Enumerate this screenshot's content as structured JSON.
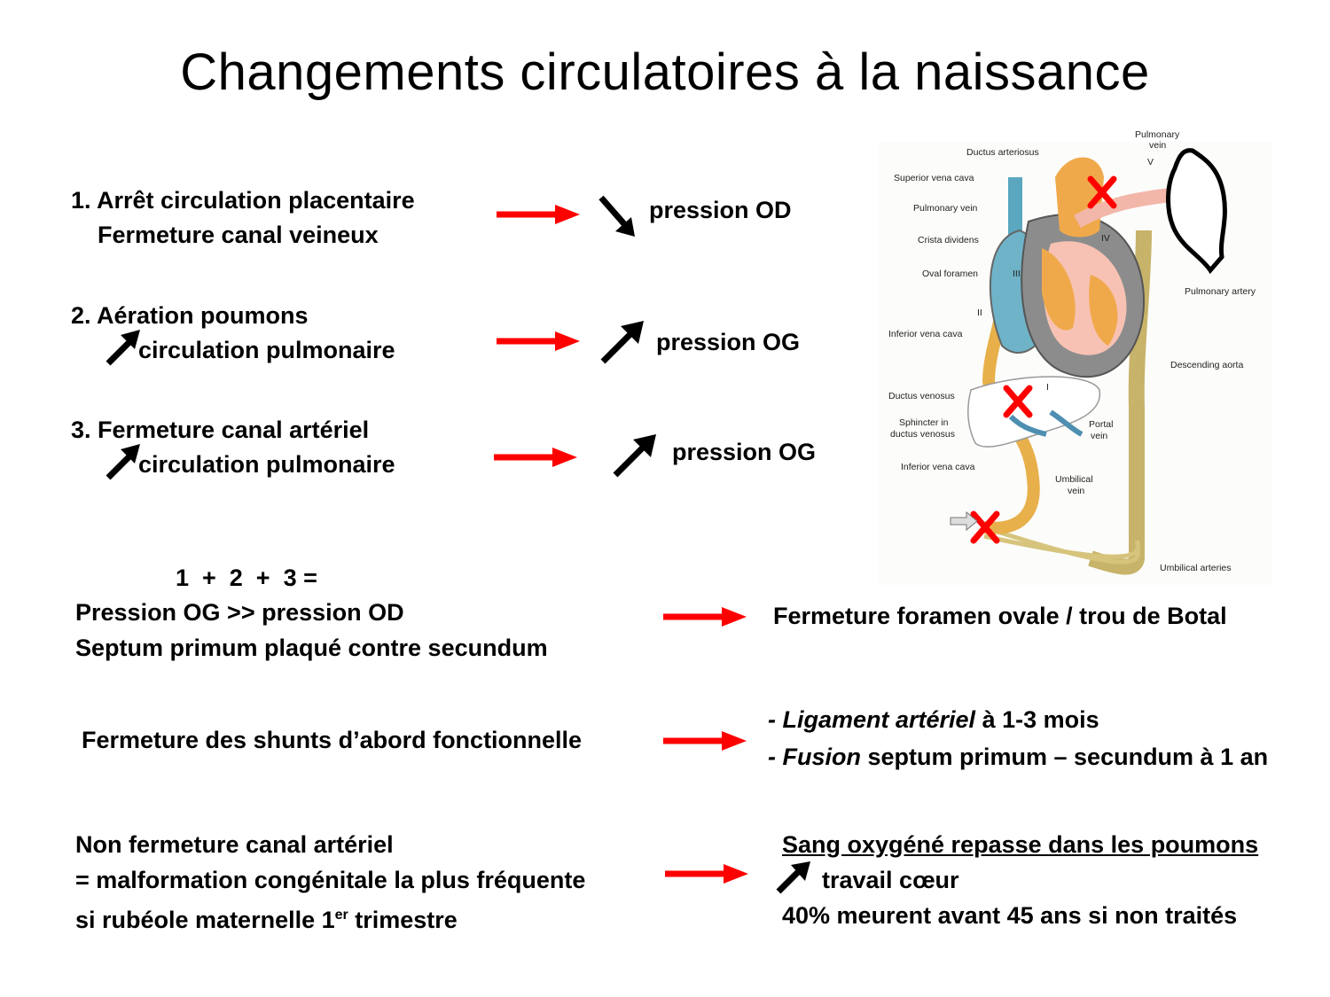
{
  "title": "Changements circulatoires à la naissance",
  "items": [
    {
      "line1": "1. Arrêt circulation placentaire",
      "line2": "Fermeture canal veineux",
      "result": "pression OD"
    },
    {
      "line1": "2. Aération poumons",
      "line2": "circulation pulmonaire",
      "result": "pression OG"
    },
    {
      "line1": "3. Fermeture canal artériel",
      "line2": "circulation pulmonaire",
      "result": "pression OG"
    }
  ],
  "summary": {
    "sum": "1  +  2  +  3 =",
    "line1": "Pression OG >> pression OD",
    "line2": "Septum primum plaqué contre secundum",
    "result": "Fermeture foramen ovale / trou de Botal"
  },
  "shunts": {
    "text": "Fermeture des shunts d’abord fonctionnelle",
    "r1_italic": "- Ligament artériel",
    "r1_rest": " à 1-3 mois",
    "r2_italic": "- Fusion",
    "r2_rest": " septum primum – secundum à 1 an"
  },
  "nonclosure": {
    "line1": "Non fermeture canal artériel",
    "line2": "= malformation congénitale la plus fréquente",
    "line3_a": "si rubéole maternelle 1",
    "line3_sup": "er",
    "line3_b": " trimestre",
    "r1": "Sang oxygéné repasse dans les poumons",
    "r2": "travail cœur",
    "r3": "40% meurent avant 45 ans si non traités"
  },
  "diagram_labels": {
    "pulmonary_vein_top": "Pulmonary",
    "pulmonary_vein_top2": "vein",
    "ductus_arteriosus": "Ductus arteriosus",
    "v": "V",
    "superior_vena_cava": "Superior vena cava",
    "pulmonary_vein": "Pulmonary vein",
    "crista_dividens": "Crista dividens",
    "oval_foramen": "Oval foramen",
    "pulmonary_artery": "Pulmonary artery",
    "ii": "II",
    "iii": "III",
    "iv": "IV",
    "i": "I",
    "inferior_vena_cava": "Inferior vena cava",
    "descending_aorta": "Descending aorta",
    "ductus_venosus": "Ductus venosus",
    "sphincter1": "Sphincter in",
    "sphincter2": "ductus venosus",
    "portal1": "Portal",
    "portal2": "vein",
    "inferior_vena_cava2": "Inferior vena cava",
    "umbilical1": "Umbilical",
    "umbilical2": "vein",
    "umbilical_arteries": "Umbilical arteries"
  },
  "colors": {
    "red_arrow": "#ff0000",
    "black_arrow": "#000000",
    "cross": "#ff0000"
  }
}
